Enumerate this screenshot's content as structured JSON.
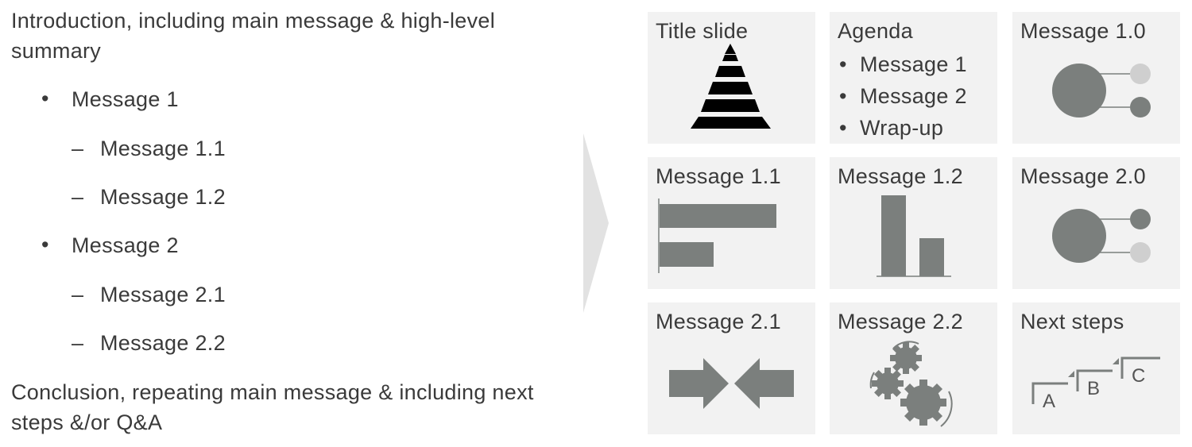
{
  "outline": {
    "intro": "Introduction, including main message & high-level summary",
    "messages": [
      {
        "bullet": "•",
        "label": "Message 1",
        "subs": [
          {
            "dash": "–",
            "label": "Message 1.1"
          },
          {
            "dash": "–",
            "label": "Message 1.2"
          }
        ]
      },
      {
        "bullet": "•",
        "label": "Message 2",
        "subs": [
          {
            "dash": "–",
            "label": "Message 2.1"
          },
          {
            "dash": "–",
            "label": "Message 2.2"
          }
        ]
      }
    ],
    "conclusion": "Conclusion, repeating main message & including next steps &/or Q&A"
  },
  "slides": [
    {
      "title": "Title slide",
      "icon": "pyramid-icon"
    },
    {
      "title": "Agenda",
      "items": [
        "Message 1",
        "Message 2",
        "Wrap-up"
      ],
      "bullet": "•"
    },
    {
      "title": "Message 1.0",
      "icon": "circle-branch-icon"
    },
    {
      "title": "Message 1.1",
      "icon": "horizontal-bar-chart-icon"
    },
    {
      "title": "Message 1.2",
      "icon": "vertical-bar-chart-icon"
    },
    {
      "title": "Message 2.0",
      "icon": "circle-branch-icon"
    },
    {
      "title": "Message 2.1",
      "icon": "converging-arrows-icon"
    },
    {
      "title": "Message 2.2",
      "icon": "gears-icon"
    },
    {
      "title": "Next steps",
      "icon": "steps-icon",
      "step_labels": [
        "A",
        "B",
        "C"
      ]
    }
  ],
  "colors": {
    "tile_bg": "#f2f2f2",
    "icon_dark": "#7b7f7d",
    "icon_light": "#cfcfcf",
    "text": "#3a3a3a",
    "arrow": "#e2e2e2"
  }
}
